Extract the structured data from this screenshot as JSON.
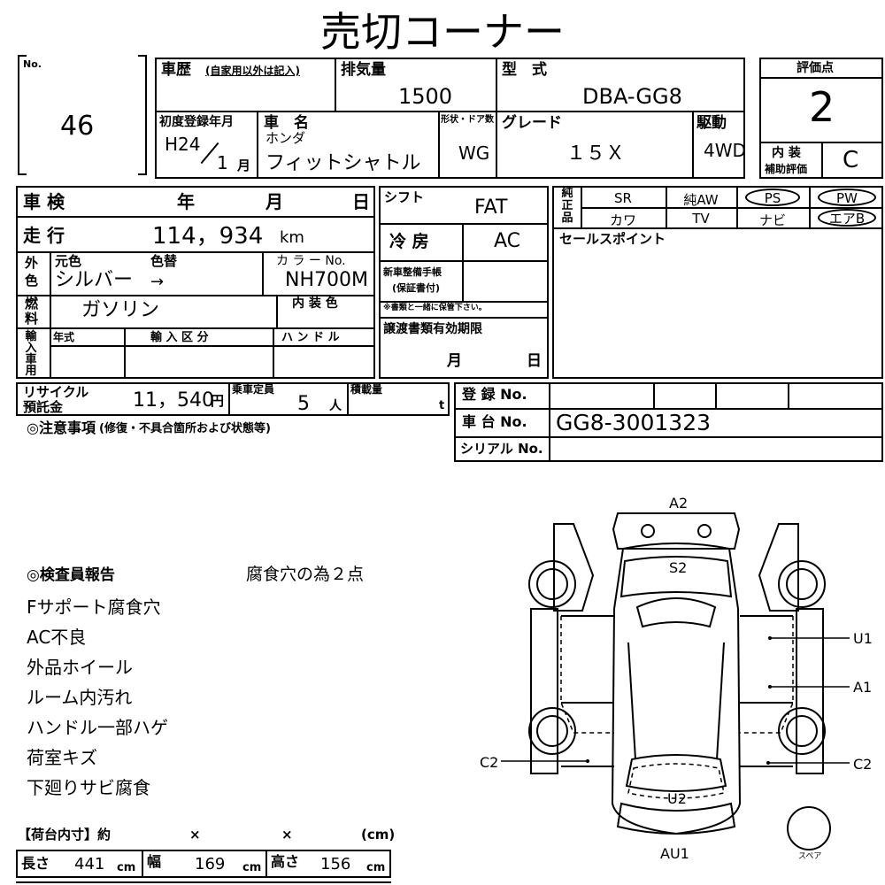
{
  "title": "売切コーナー",
  "no": {
    "label": "No.",
    "value": "46"
  },
  "history": {
    "label": "車歴",
    "sub": "(自家用以外は記入)"
  },
  "displacement": {
    "label": "排気量",
    "value": "1500"
  },
  "model": {
    "label": "型　式",
    "value": "DBA-GG8"
  },
  "score": {
    "label": "評価点",
    "value": "2"
  },
  "interior_eval": {
    "label1": "内 装",
    "label2": "補助評価",
    "value": "C"
  },
  "first_reg": {
    "label": "初度登録年月",
    "era": "H24",
    "month": "1",
    "month_unit": "月"
  },
  "car_name": {
    "label": "車　名",
    "maker": "ホンダ",
    "value": "フィットシャトル"
  },
  "body_shape": {
    "label": "形状・ドア数",
    "value": "WG"
  },
  "grade": {
    "label": "グレード",
    "value": "１５Ｘ"
  },
  "drive": {
    "label": "駆動",
    "value": "4WD"
  },
  "inspection": {
    "label": "車 検",
    "year": "年",
    "month": "月",
    "day": "日"
  },
  "mileage": {
    "label": "走 行",
    "value": "114，934",
    "unit": "km"
  },
  "exterior_color": {
    "label1": "外",
    "label2": "色",
    "orig_label": "元色",
    "change_label": "色替",
    "value": "シルバー",
    "arrow": "→"
  },
  "color_no": {
    "label": "カ ラ ー No.",
    "value": "NH700M"
  },
  "fuel": {
    "label1": "燃",
    "label2": "料",
    "value": "ガソリン"
  },
  "interior_color": {
    "label": "内 装 色"
  },
  "import": {
    "label": "輸入車用",
    "year_label": "年式",
    "category_label": "輸 入 区 分",
    "handle_label": "ハ ン ド ル"
  },
  "shift": {
    "label": "シフト",
    "value": "FAT"
  },
  "ac": {
    "label": "冷 房",
    "value": "AC"
  },
  "manual": {
    "label1": "新車整備手帳",
    "label2": "(保証書付)",
    "note": "※書類と一緒に保管下さい。"
  },
  "transfer_docs": {
    "label": "譲渡書類有効期限",
    "month": "月",
    "day": "日"
  },
  "genuine": {
    "label": "純正品",
    "row1": [
      "SR",
      "純AW",
      "PS",
      "PW"
    ],
    "row2": [
      "カワ",
      "TV",
      "ナビ",
      "エアB"
    ]
  },
  "sales_point": {
    "label": "セールスポイント"
  },
  "recycle": {
    "label1": "リサイクル",
    "label2": "預託金",
    "value": "11，540",
    "unit": "円"
  },
  "capacity": {
    "label": "乗車定員",
    "value": "5",
    "unit": "人"
  },
  "load": {
    "label": "積載量",
    "unit": "t"
  },
  "registration_no": {
    "label": "登 録 No."
  },
  "chassis_no": {
    "label": "車 台 No.",
    "value": "GG8-3001323"
  },
  "serial_no": {
    "label": "シリアル No."
  },
  "caution": {
    "label": "◎注意事項",
    "sub": "(修復・不具合箇所および状態等)"
  },
  "inspector": {
    "label": "◎検査員報告",
    "note": "腐食穴の為２点",
    "items": [
      "Fサポート腐食穴",
      "AC不良",
      "外品ホイール",
      "ルーム内汚れ",
      "ハンドル一部ハゲ",
      "荷室キズ",
      "下廻りサビ腐食"
    ]
  },
  "cargo": {
    "label": "【荷台内寸】約",
    "x1": "×",
    "x2": "×",
    "unit": "(cm)",
    "length": {
      "label": "長さ",
      "value": "441",
      "unit": "cm"
    },
    "width": {
      "label": "幅",
      "value": "169",
      "unit": "cm"
    },
    "height": {
      "label": "高さ",
      "value": "156",
      "unit": "cm"
    }
  },
  "diagram": {
    "labels": {
      "a2": "A2",
      "s2": "S2",
      "u1": "U1",
      "a1": "A1",
      "c2_left": "C2",
      "c2_right": "C2",
      "u2": "U2",
      "au1": "AU1",
      "spare": "スペア"
    }
  }
}
